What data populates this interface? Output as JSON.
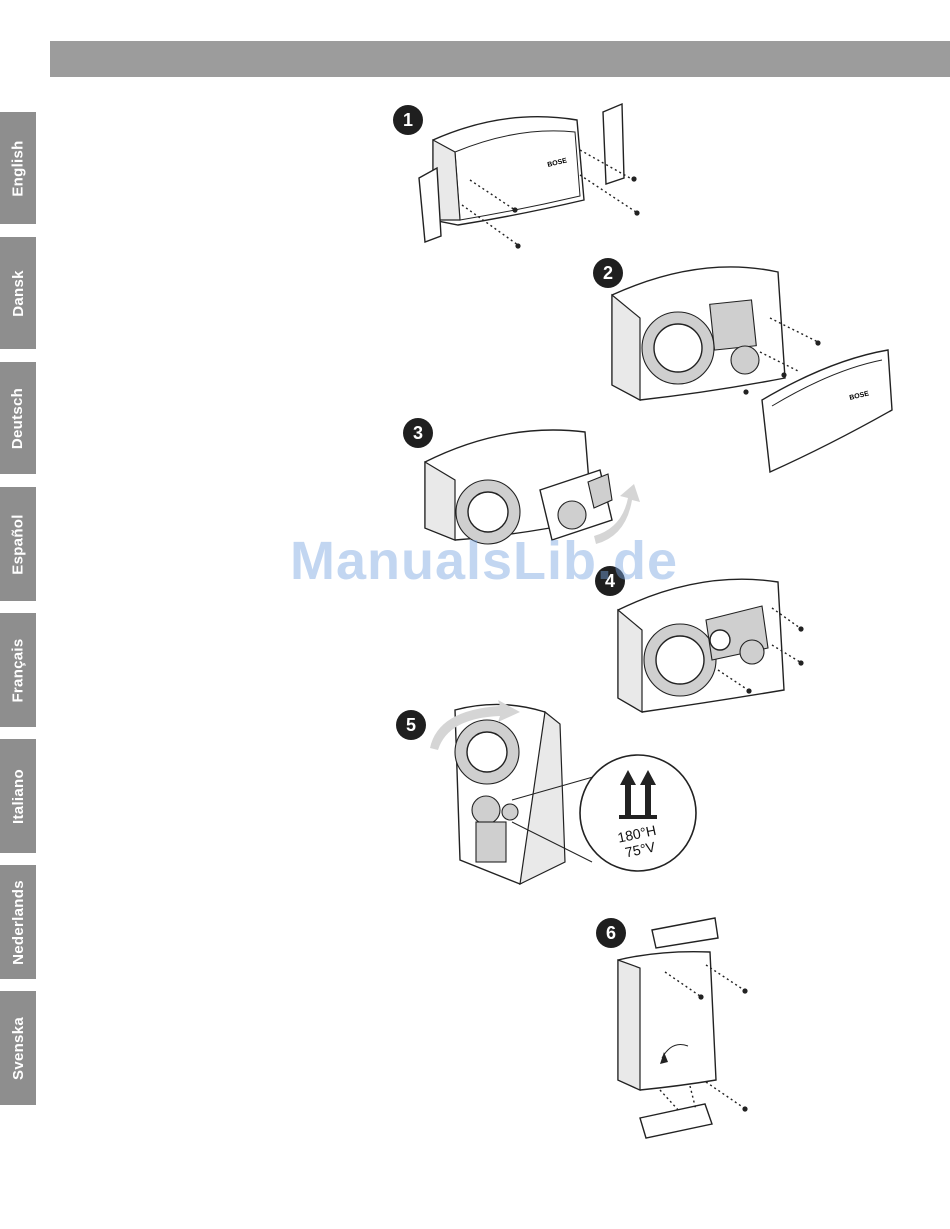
{
  "tabs": [
    "English",
    "Dansk",
    "Deutsch",
    "Español",
    "Français",
    "Italiano",
    "Nederlands",
    "Svenska"
  ],
  "steps": [
    "1",
    "2",
    "3",
    "4",
    "5",
    "6"
  ],
  "callout": {
    "angle_h": "180°H",
    "angle_v": "75°V"
  },
  "brand_mark": "BOSE",
  "watermark": "ManualsLib.de",
  "colors": {
    "header_bar": "#9c9c9c",
    "tab": "#8e8e8e",
    "badge": "#1f1f1f",
    "watermark": "#78a5e1"
  }
}
